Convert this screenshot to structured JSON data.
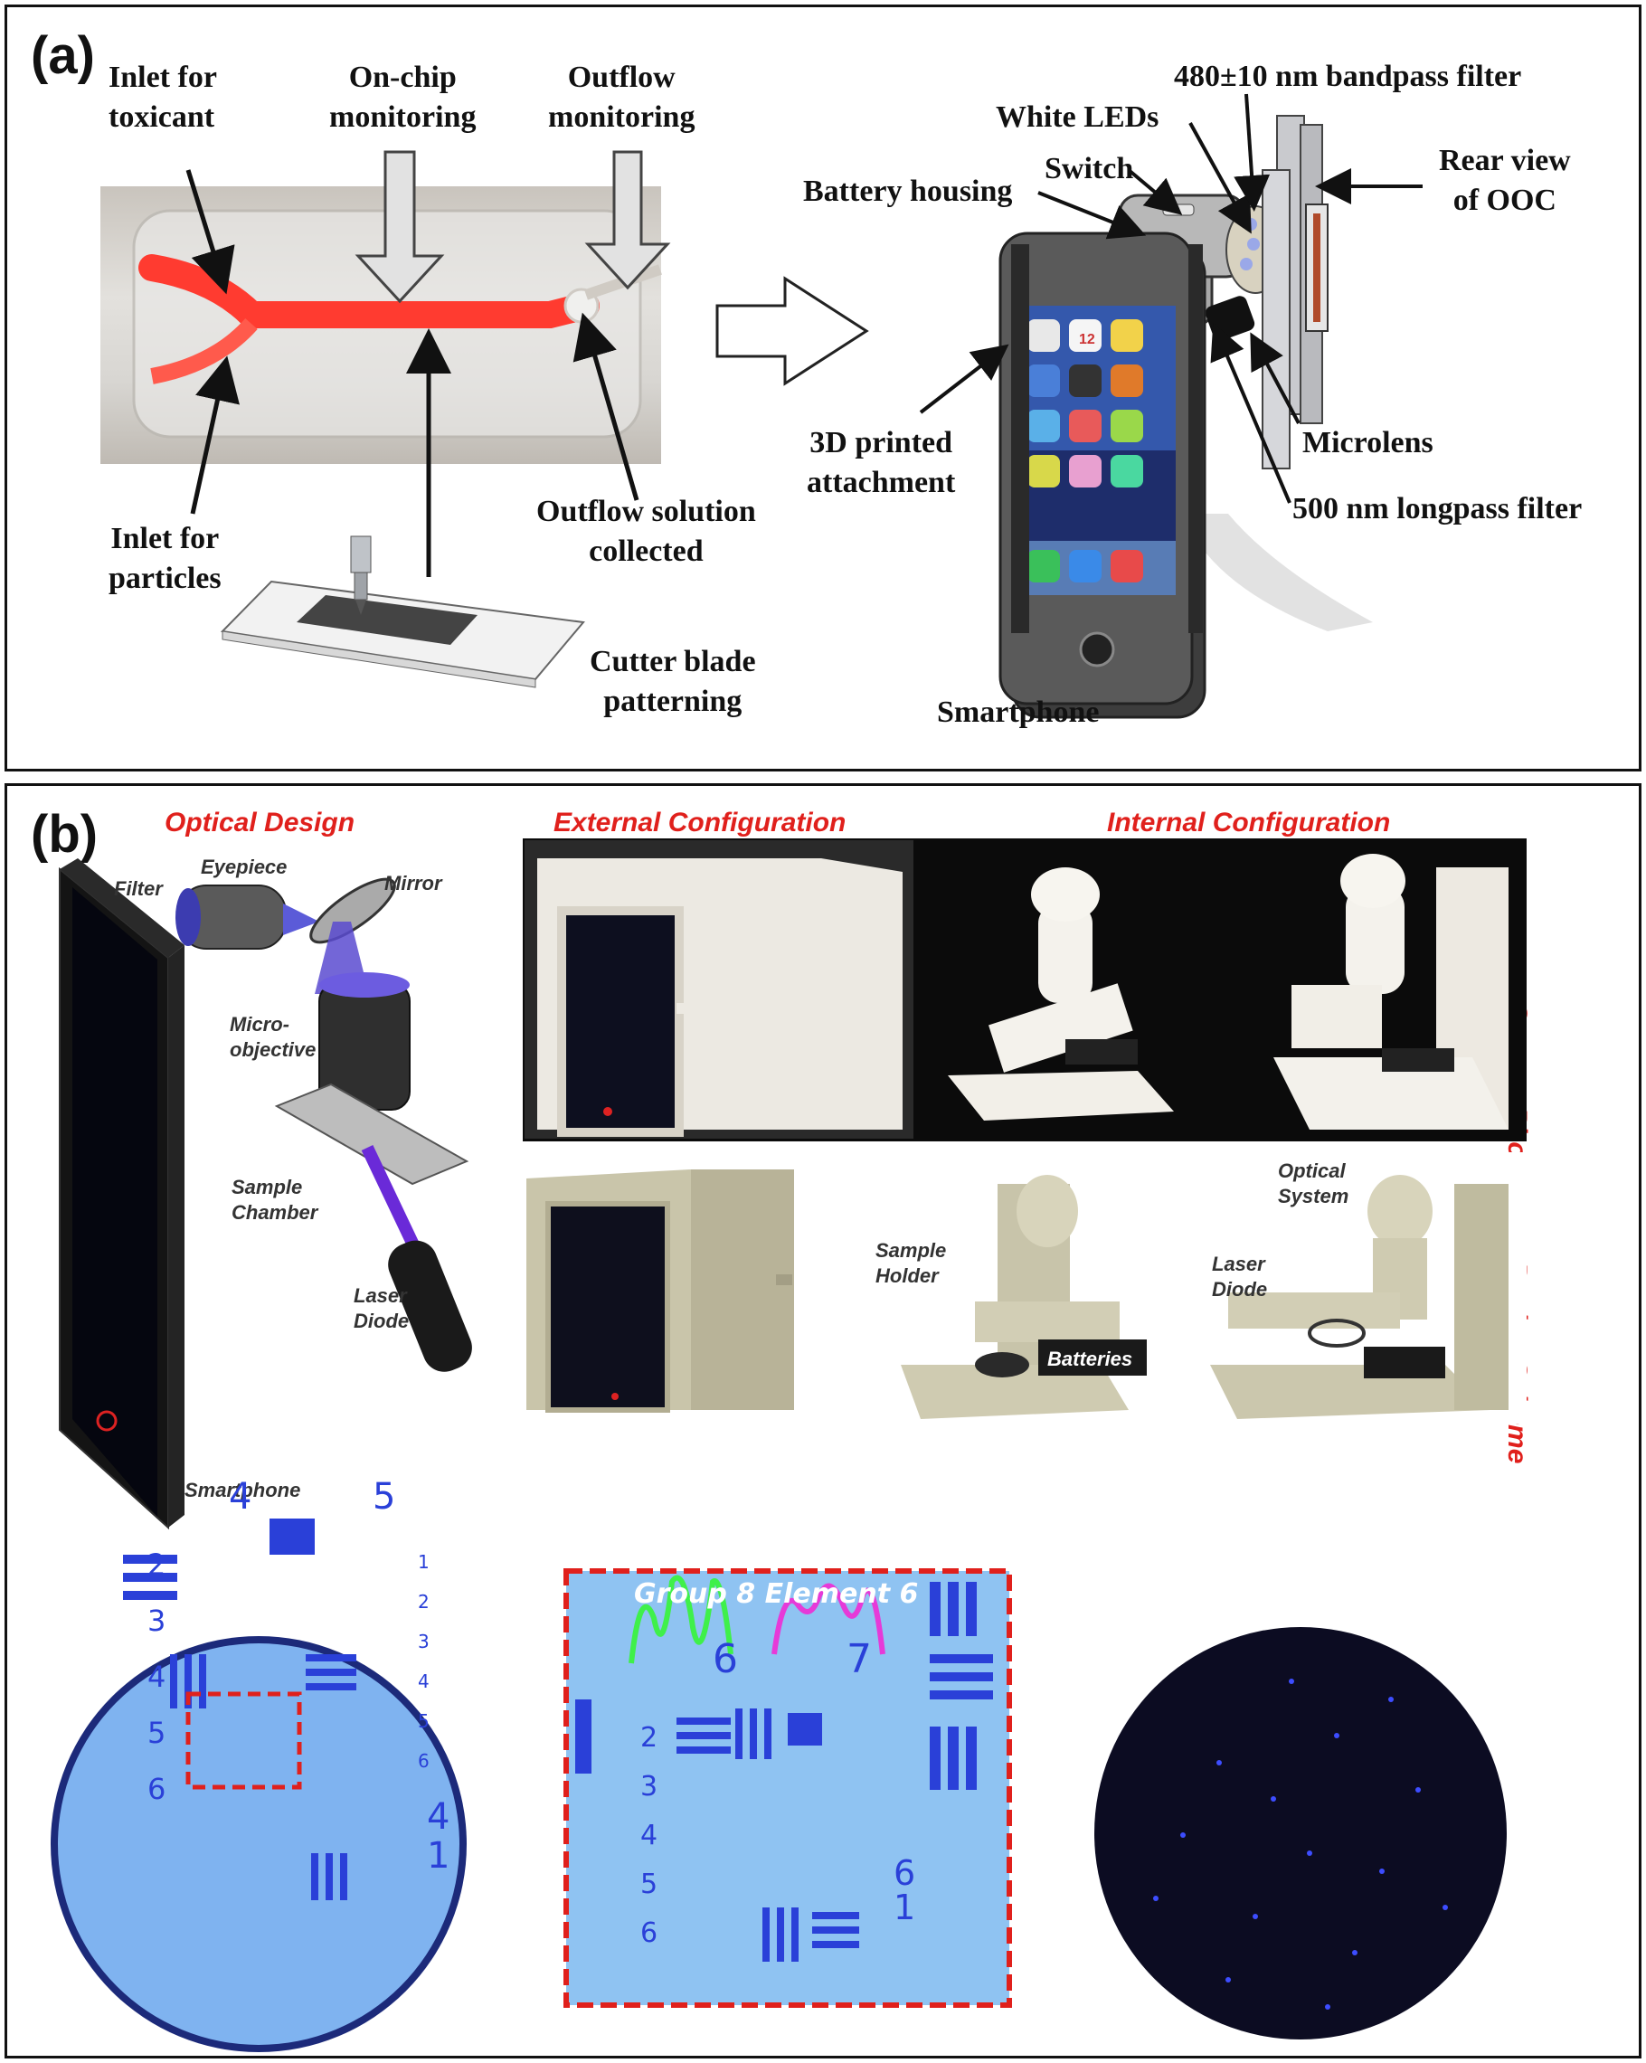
{
  "panel_a": {
    "label": "(a)",
    "labels": {
      "inlet_toxicant": "Inlet for\ntoxicant",
      "on_chip": "On-chip\nmonitoring",
      "outflow_monitoring": "Outflow\nmonitoring",
      "inlet_particles": "Inlet for\nparticles",
      "outflow_solution": "Outflow solution\ncollected",
      "cutter": "Cutter blade\npatterning",
      "bandpass": "480±10 nm bandpass filter",
      "white_leds": "White LEDs",
      "switch": "Switch",
      "battery": "Battery housing",
      "rear_view": "Rear view\nof OOC",
      "printed": "3D printed\nattachment",
      "microlens": "Microlens",
      "longpass": "500 nm longpass filter",
      "smartphone": "Smartphone"
    },
    "phone_time": "12"
  },
  "panel_b": {
    "label": "(b)",
    "headers": {
      "optical_design": "Optical Design",
      "external": "External Configuration",
      "internal": "Internal Configuration",
      "system_photo": "System Photo",
      "design_scheme": "Design Scheme"
    },
    "optical_labels": {
      "filter": "Filter",
      "eyepiece": "Eyepiece",
      "mirror": "Mirror",
      "micro_objective": "Micro-\nobjective",
      "sample_chamber": "Sample\nChamber",
      "laser_diode": "Laser\nDiode",
      "smartphone": "Smartphone"
    },
    "scheme_labels": {
      "sample_holder": "Sample\nHolder",
      "batteries": "Batteries",
      "optical_system": "Optical\nSystem",
      "laser_diode": "Laser\nDiode"
    },
    "target_numbers": {
      "group_4": "4",
      "group_5": "5",
      "left_col": [
        "2",
        "3",
        "4",
        "5",
        "6"
      ],
      "right_col": [
        "1",
        "2",
        "3",
        "4",
        "5",
        "6"
      ],
      "bottom_4": "4",
      "bottom_1": "1",
      "zoom_6": "6",
      "zoom_7": "7",
      "zoom_left": [
        "2",
        "3",
        "4",
        "5",
        "6"
      ],
      "zoom_bottom_6": "6",
      "zoom_bottom_1": "1"
    },
    "group_label": "Group 8 Element 6",
    "colors": {
      "accent_red": "#e0201c",
      "target_blue": "#2a40d8",
      "green_curve": "#3ff04a",
      "magenta_curve": "#e63ad8"
    }
  }
}
